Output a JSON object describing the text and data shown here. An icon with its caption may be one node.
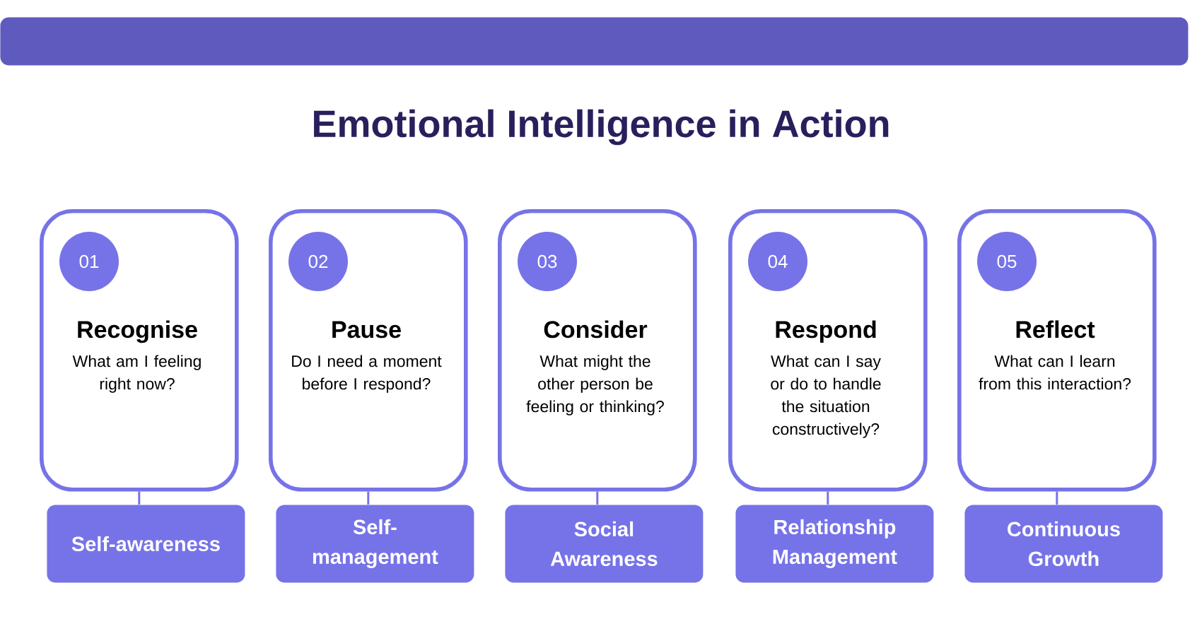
{
  "diagram": {
    "title": "Emotional Intelligence in Action",
    "nodes": [
      {
        "text": [
          "Recognise",
          "What am I feeling right now?"
        ]
      },
      {
        "text": [
          "01"
        ],
        "in": 0
      },
      {
        "text": [
          "Pause",
          "Do I need a moment before I respond?"
        ]
      },
      {
        "text": [
          "02"
        ],
        "in": 2
      },
      {
        "text": [
          "Consider",
          "What might the other person be feeling or thinking?"
        ]
      },
      {
        "text": [
          "03"
        ],
        "in": 4
      },
      {
        "text": [
          "Respond",
          "What can I say or do to handle the situation constructively?"
        ]
      },
      {
        "text": [
          "04"
        ],
        "in": 6
      },
      {
        "text": [
          "Reflect",
          "What can I learn from this interaction?"
        ]
      },
      {
        "text": [
          "05"
        ],
        "in": 8
      },
      {
        "text": [
          "Self-awareness"
        ]
      },
      {
        "text": [
          "Self-management"
        ]
      },
      {
        "text": [
          "Social Awareness"
        ]
      },
      {
        "text": [
          "Relationship Management"
        ]
      },
      {
        "text": [
          "Continuous Growth"
        ]
      },
      {
        "text": [],
        "shape": "bar"
      }
    ],
    "edges": [
      {
        "from": 0,
        "to": 10,
        "arrow": "none"
      },
      {
        "from": 2,
        "to": 11,
        "arrow": "none"
      },
      {
        "from": 4,
        "to": 12,
        "arrow": "none"
      },
      {
        "from": 6,
        "to": 13,
        "arrow": "none"
      },
      {
        "from": 8,
        "to": 14,
        "arrow": "none"
      }
    ]
  }
}
